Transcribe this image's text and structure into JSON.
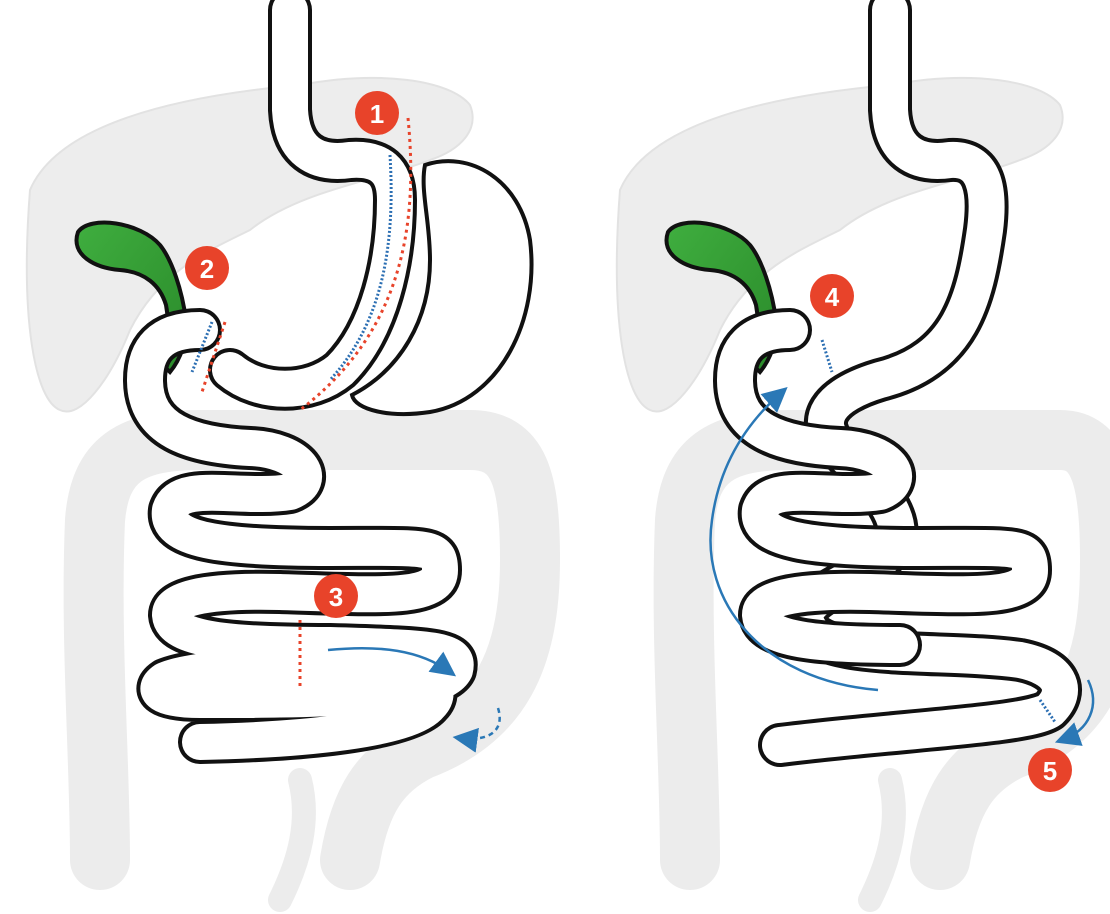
{
  "colors": {
    "marker": "#e8432a",
    "arrow": "#2a78b6",
    "gallbladder": "#3aa23a",
    "intestine_outline": "#111111",
    "background_organs": "#ededed"
  },
  "panels": [
    {
      "name": "left-panel",
      "markers": [
        "1",
        "2",
        "3"
      ]
    },
    {
      "name": "right-panel",
      "markers": [
        "4",
        "5"
      ]
    }
  ]
}
